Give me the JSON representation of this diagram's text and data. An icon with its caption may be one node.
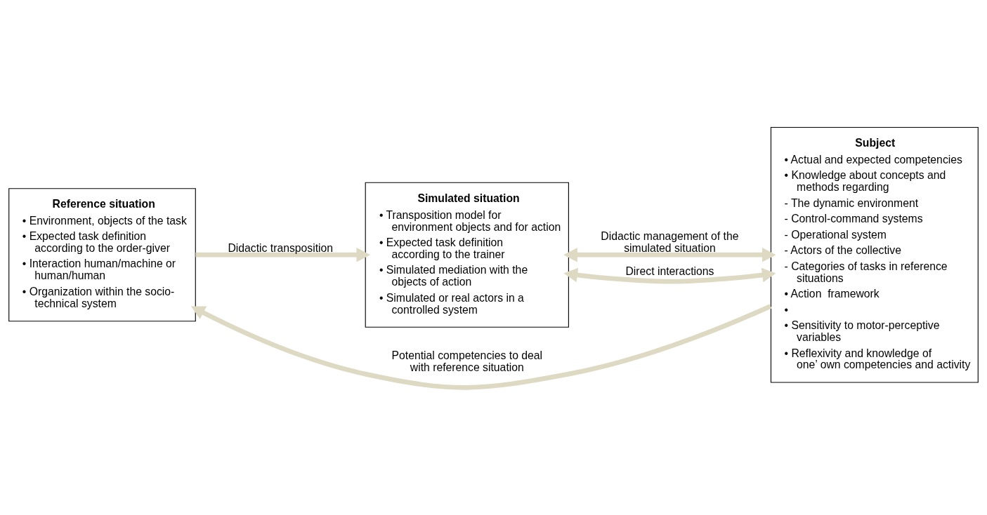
{
  "diagram": {
    "nodes": [
      {
        "text": [
          "Reference situation",
          "• Environment, objects of the task",
          "• Expected task definition according to the order-giver",
          "• Interaction human/machine or human/human",
          "• Organization within the socio-technical system"
        ]
      },
      {
        "text": [
          "Simulated situation",
          "• Transposition model for environment objects and for action",
          "• Expected task definition according to the trainer",
          "• Simulated mediation with the objects of action",
          "• Simulated or real actors in a controlled system"
        ]
      },
      {
        "text": [
          "Subject",
          "• Actual and expected competencies",
          "• Knowledge about concepts and methods regarding",
          "- The dynamic environment",
          "- Control-command systems",
          "- Operational system",
          "- Actors of the collective",
          "- Categories of tasks in reference situations",
          "• Action  framework",
          "•",
          "• Sensitivity to motor-perceptive variables",
          "• Reflexivity and knowledge of one’ own competencies and activity"
        ]
      }
    ],
    "edges": [
      {
        "from": 0,
        "to": 1,
        "arrow": "to",
        "label": "Didactic transposition"
      },
      {
        "from": 1,
        "to": 2,
        "arrow": "both",
        "label": "Didactic management of the simulated situation"
      },
      {
        "from": 1,
        "to": 2,
        "arrow": "both",
        "label": "Direct interactions"
      },
      {
        "from": 2,
        "to": 0,
        "arrow": "to",
        "label": "Potential competencies to deal with reference situation"
      }
    ]
  }
}
